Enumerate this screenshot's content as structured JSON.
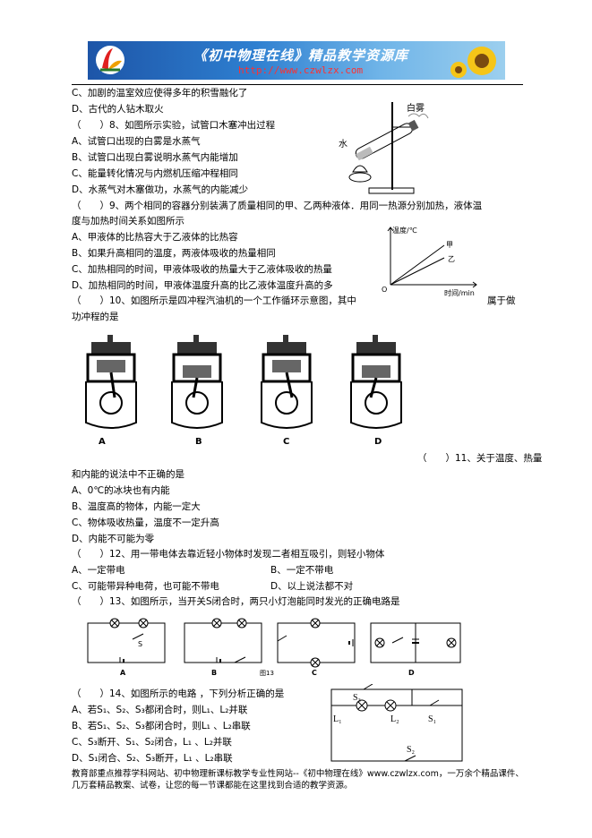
{
  "banner": {
    "title": "《初中物理在线》精品教学资源库",
    "url": "http://www.czwlzx.com"
  },
  "lines": {
    "l01": "C、加剧的温室效应使得多年的积雪融化了",
    "l02": "D、古代的人钻木取火",
    "l03": "（　　）8、如图所示实验，试管口木塞冲出过程",
    "l04": "A、试管口出现的白雾是水蒸气",
    "l05": "B、试管口出现白雾说明水蒸气内能增加",
    "l06": "C、能量转化情况与内燃机压缩冲程相同",
    "l07": "D、水蒸气对木塞做功，水蒸气的内能减少",
    "l08": "（　　）9、两个相同的容器分别装满了质量相同的甲、乙两种液体．用同一热源分别加热，液体温",
    "l09": "度与加热时间关系如图所示",
    "l10": "A、甲液体的比热容大于乙液体的比热容",
    "l11": "B、如果升高相同的温度，两液体吸收的热量相同",
    "l12": "C、加热相同的时间，甲液体吸收的热量大于乙液体吸收的热量",
    "l13": "D、加热相同的时间，甲液体温度升高的比乙液体温度升高的多",
    "l14a": "（　　）10、如图所示是四冲程汽油机的一个工作循环示意图，其中",
    "l14b": "属于做",
    "l15": "功冲程的是",
    "l16": "（　　）11、关于温度、热量",
    "l17": "和内能的说法中不正确的是",
    "l18": "A、0℃的冰块也有内能",
    "l19": "B、温度高的物体，内能一定大",
    "l20": "C、物体吸收热量，温度不一定升高",
    "l21": "D、内能不可能为零",
    "l22": "（　　）12、用一带电体去靠近轻小物体时发现二者相互吸引，则轻小物体",
    "l23a": "A、一定带电",
    "l23b": "B、一定不带电",
    "l24a": "C、可能带异种电荷，也可能不带电",
    "l24b": "D、以上说法都不对",
    "l25": "（　　）13、如图所示，当开关S闭合时，两只小灯泡能同时发光的正确电路是",
    "l26": "（　　）14、如图所示的电路 ，下列分析正确的是",
    "l27": "A、若S₁、S₂、S₃都闭合时，则L₁、L₂并联",
    "l28": "B、若S₁、S₂、S₃都闭合时，则L₁ 、L₂串联",
    "l29": "C、S₃断开、S₁、S₂闭合，L₁ 、L₂并联",
    "l30": "D、S₁闭合、S₂、S₃断开，L₁ 、L₂串联"
  },
  "fig8": {
    "label_fog": "白雾",
    "label_water": "水"
  },
  "fig9": {
    "ylabel": "温度/℃",
    "xlabel": "时间/min",
    "origin": "O",
    "series_a": "甲",
    "series_b": "乙"
  },
  "fig10": {
    "labels": [
      "A",
      "B",
      "C",
      "D"
    ]
  },
  "fig13": {
    "labels": [
      "A",
      "B",
      "C",
      "D"
    ],
    "switch": "S",
    "caption": "图13"
  },
  "fig14": {
    "s3": "S₃",
    "l1": "L₁",
    "l2": "L₂",
    "s1": "S₁",
    "s2": "S₂"
  },
  "footer": "教育部重点推荐学科网站、初中物理新课标教学专业性网站--《初中物理在线》www.czwlzx.com，一万余个精品课件、几万套精品教案、试卷，让您的每一节课都能在这里找到合适的教学资源。"
}
